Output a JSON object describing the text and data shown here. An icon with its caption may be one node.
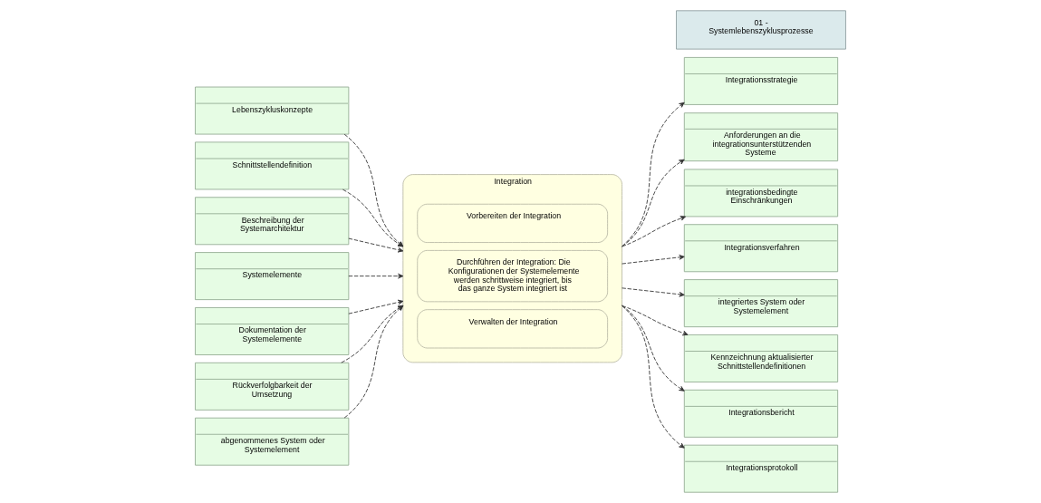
{
  "diagram": {
    "nodes": [
      {
        "text": [
          "Lebenszykluskonzepte"
        ]
      },
      {
        "text": [
          "Schnittstellendefinition"
        ]
      },
      {
        "text": [
          "Beschreibung der Systemarchitektur"
        ]
      },
      {
        "text": [
          "Systemelemente"
        ]
      },
      {
        "text": [
          "Dokumentation der Systemelemente"
        ]
      },
      {
        "text": [
          "Rückverfolgbarkeit der Umsetzung"
        ]
      },
      {
        "text": [
          "abgenommenes System oder Systemelement"
        ]
      },
      {
        "text": [
          "Integration"
        ]
      },
      {
        "text": [
          "Vorbereiten der Integration"
        ],
        "in": 7
      },
      {
        "text": [
          "Durchführen der Integration: Die Konfigurationen der Systemelemente werden schrittweise integriert, bis das ganze System integriert ist"
        ],
        "in": 7
      },
      {
        "text": [
          "Verwalten der Integration"
        ],
        "in": 7
      },
      {
        "text": [
          "Integrationsstrategie"
        ]
      },
      {
        "text": [
          "Anforderungen an die integrationsunterstützenden Systeme"
        ]
      },
      {
        "text": [
          "integrationsbedingte Einschränkungen"
        ]
      },
      {
        "text": [
          "Integrationsverfahren"
        ]
      },
      {
        "text": [
          "integriertes System oder Systemelement"
        ]
      },
      {
        "text": [
          "Kennzeichnung aktualisierter Schnittstellendefinitionen"
        ]
      },
      {
        "text": [
          "Integrationsbericht"
        ]
      },
      {
        "text": [
          "Integrationsprotokoll"
        ]
      },
      {
        "text": [
          "01 - Systemlebenszyklusprozesse"
        ]
      }
    ],
    "edges": [
      {
        "from": 0,
        "to": 7,
        "arrow": "to",
        "style": "dashed"
      },
      {
        "from": 1,
        "to": 7,
        "arrow": "to",
        "style": "dashed"
      },
      {
        "from": 2,
        "to": 7,
        "arrow": "to",
        "style": "dashed"
      },
      {
        "from": 3,
        "to": 7,
        "arrow": "to",
        "style": "dashed"
      },
      {
        "from": 4,
        "to": 7,
        "arrow": "to",
        "style": "dashed"
      },
      {
        "from": 5,
        "to": 7,
        "arrow": "to",
        "style": "dashed"
      },
      {
        "from": 6,
        "to": 7,
        "arrow": "to",
        "style": "dashed"
      },
      {
        "from": 7,
        "to": 11,
        "arrow": "to",
        "style": "dashed"
      },
      {
        "from": 7,
        "to": 12,
        "arrow": "to",
        "style": "dashed"
      },
      {
        "from": 7,
        "to": 13,
        "arrow": "to",
        "style": "dashed"
      },
      {
        "from": 7,
        "to": 14,
        "arrow": "to",
        "style": "dashed"
      },
      {
        "from": 7,
        "to": 15,
        "arrow": "to",
        "style": "dashed"
      },
      {
        "from": 7,
        "to": 16,
        "arrow": "to",
        "style": "dashed"
      },
      {
        "from": 7,
        "to": 17,
        "arrow": "to",
        "style": "dashed"
      },
      {
        "from": 7,
        "to": 18,
        "arrow": "to",
        "style": "dashed"
      }
    ]
  }
}
